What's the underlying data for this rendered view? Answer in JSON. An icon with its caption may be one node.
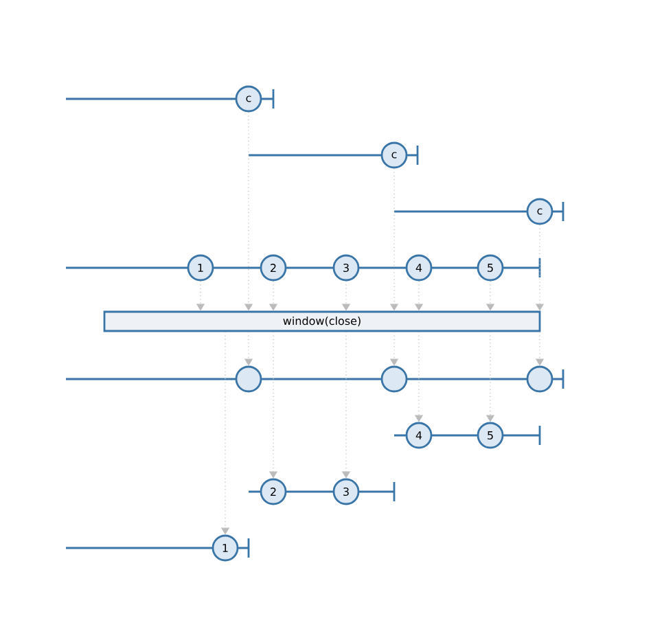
{
  "diagram": {
    "nodes": [
      {
        "text": [
          "c"
        ]
      },
      {
        "text": [
          "c"
        ]
      },
      {
        "text": [
          "c"
        ]
      },
      {
        "text": [
          "1"
        ]
      },
      {
        "text": [
          "2"
        ]
      },
      {
        "text": [
          "3"
        ]
      },
      {
        "text": [
          "4"
        ]
      },
      {
        "text": [
          "5"
        ]
      },
      {
        "text": [
          "window(close)"
        ]
      },
      {
        "text": [],
        "shape": "circle"
      },
      {
        "text": [],
        "shape": "circle"
      },
      {
        "text": [],
        "shape": "circle"
      },
      {
        "text": [
          "4"
        ]
      },
      {
        "text": [
          "5"
        ]
      },
      {
        "text": [
          "2"
        ]
      },
      {
        "text": [
          "3"
        ]
      },
      {
        "text": [
          "1"
        ]
      }
    ],
    "edges": [
      {
        "from": 3,
        "to": 8,
        "arrow": "to"
      },
      {
        "from": 0,
        "to": 8,
        "arrow": "to"
      },
      {
        "from": 4,
        "to": 8,
        "arrow": "to"
      },
      {
        "from": 5,
        "to": 8,
        "arrow": "to"
      },
      {
        "from": 1,
        "to": 8,
        "arrow": "to"
      },
      {
        "from": 6,
        "to": 8,
        "arrow": "to"
      },
      {
        "from": 7,
        "to": 8,
        "arrow": "to"
      },
      {
        "from": 2,
        "to": 8,
        "arrow": "to"
      },
      {
        "from": 8,
        "to": 16,
        "arrow": "to"
      },
      {
        "from": 8,
        "to": 9,
        "arrow": "to"
      },
      {
        "from": 8,
        "to": 14,
        "arrow": "to"
      },
      {
        "from": 8,
        "to": 15,
        "arrow": "to"
      },
      {
        "from": 8,
        "to": 10,
        "arrow": "to"
      },
      {
        "from": 8,
        "to": 12,
        "arrow": "to"
      },
      {
        "from": 8,
        "to": 13,
        "arrow": "to"
      },
      {
        "from": 8,
        "to": 11,
        "arrow": "to"
      }
    ]
  }
}
